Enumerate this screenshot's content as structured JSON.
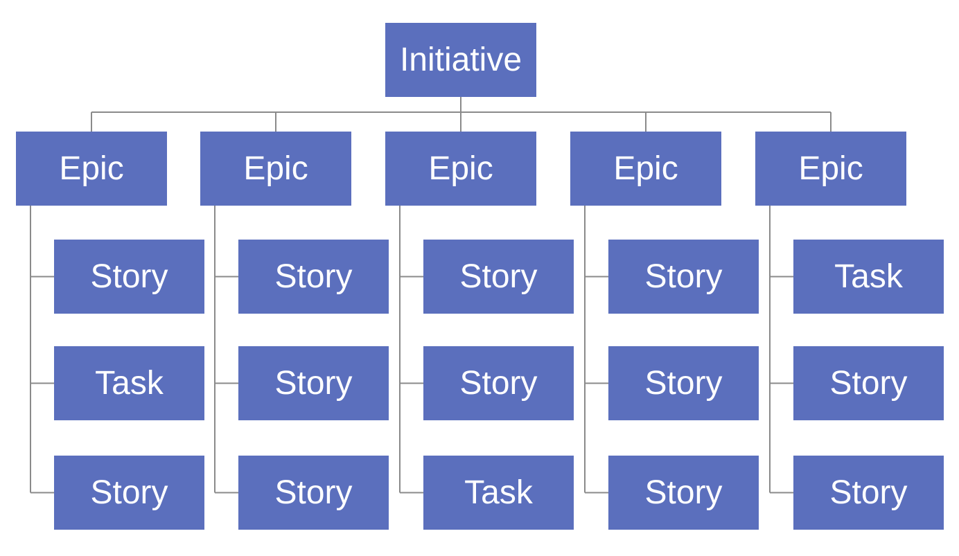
{
  "colors": {
    "box_fill": "#5b6fbd",
    "box_text": "#ffffff",
    "connector": "#8a8a8a",
    "background": "#ffffff"
  },
  "root": {
    "label": "Initiative"
  },
  "epics": [
    {
      "label": "Epic",
      "children": [
        "Story",
        "Task",
        "Story"
      ]
    },
    {
      "label": "Epic",
      "children": [
        "Story",
        "Story",
        "Story"
      ]
    },
    {
      "label": "Epic",
      "children": [
        "Story",
        "Story",
        "Task"
      ]
    },
    {
      "label": "Epic",
      "children": [
        "Story",
        "Story",
        "Story"
      ]
    },
    {
      "label": "Epic",
      "children": [
        "Task",
        "Story",
        "Story"
      ]
    }
  ]
}
